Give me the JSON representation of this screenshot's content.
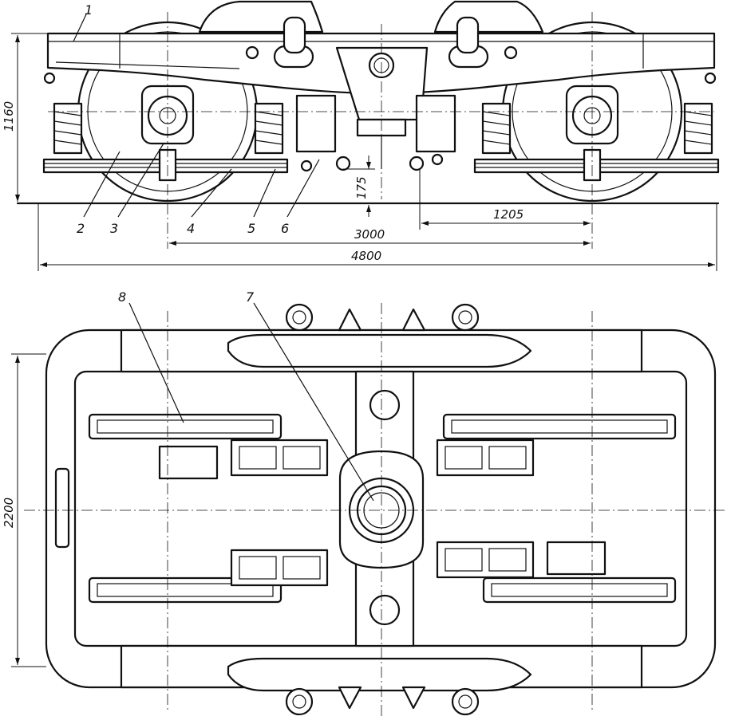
{
  "dimensions": {
    "height_side": "1160",
    "gap": "175",
    "half_base": "1205",
    "wheelbase": "3000",
    "length": "4800",
    "width": "2200"
  },
  "callouts": [
    "1",
    "2",
    "3",
    "4",
    "5",
    "6",
    "7",
    "8"
  ]
}
